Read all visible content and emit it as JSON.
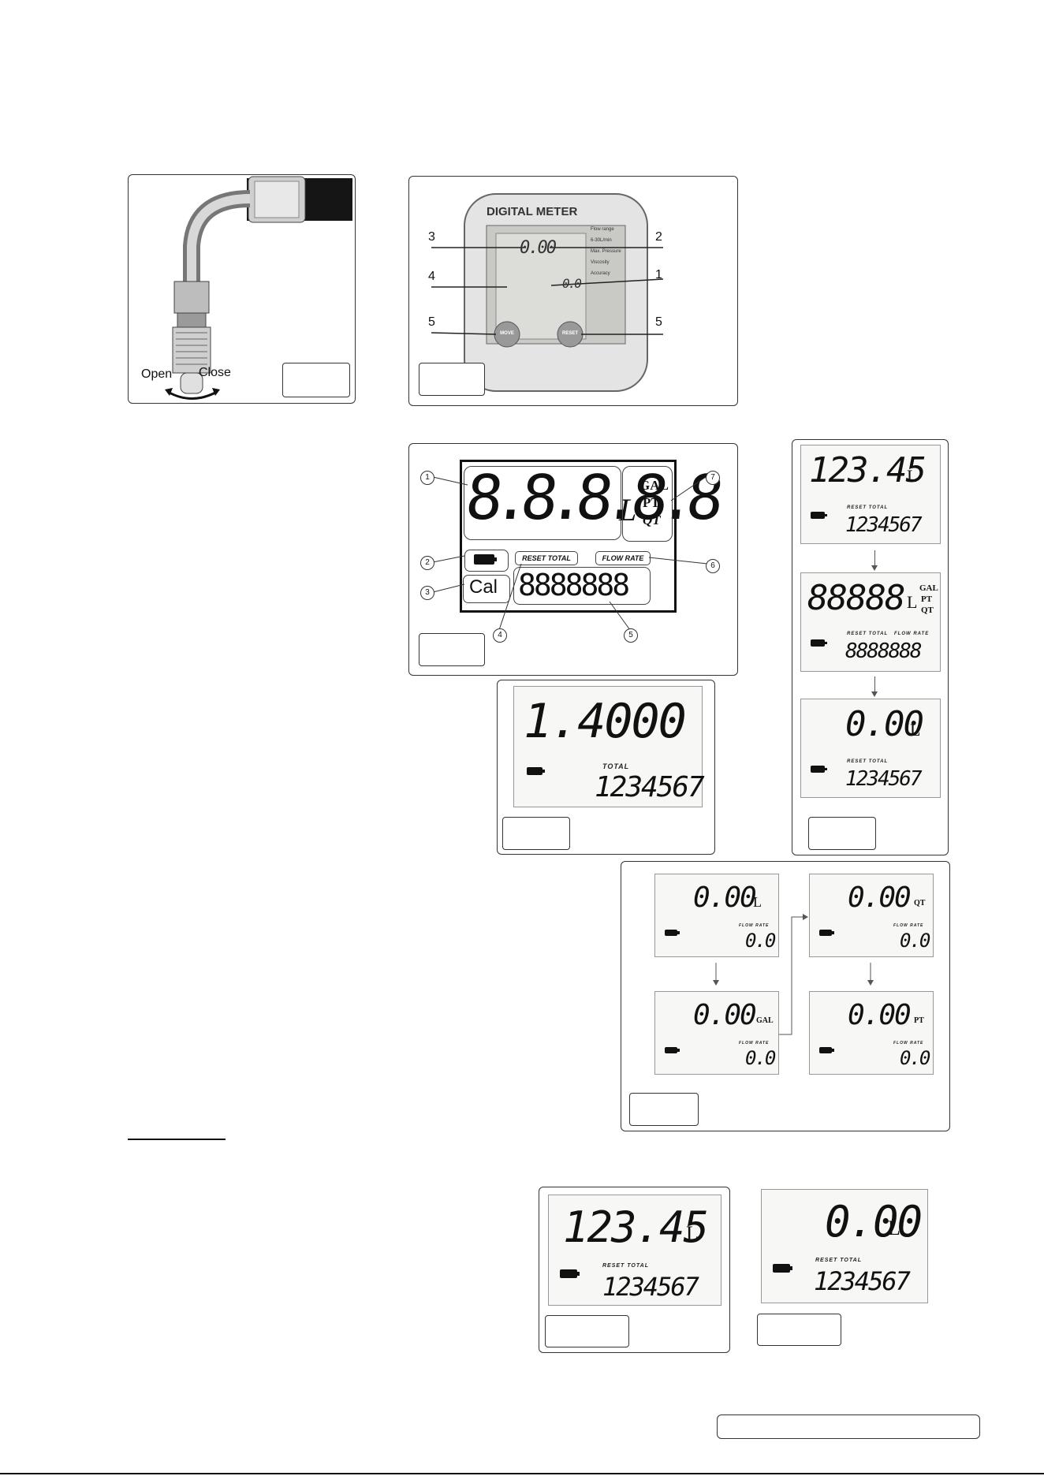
{
  "fig_valve": {
    "open_label": "Open",
    "close_label": "Close"
  },
  "fig_meter": {
    "brand": "DIGITAL METER",
    "callouts": [
      "3",
      "2",
      "4",
      "1",
      "5",
      "5"
    ],
    "screen_value": "0.00",
    "screen_rate": "0.0",
    "spec_lines": [
      "Flow range",
      "6-30L/min",
      "Max. Pressure",
      "Viscosity",
      "Accuracy"
    ],
    "button_left": "MOVE",
    "button_right": "RESET"
  },
  "fig_lcd": {
    "main_digits": "8.8.8.8.8",
    "unit_l": "L",
    "units": [
      "GAL",
      "PT",
      "QT"
    ],
    "cal_label": "Cal",
    "reset_total": "RESET TOTAL",
    "flow_rate": "FLOW RATE",
    "lower_digits": "8888888",
    "callouts": [
      "1",
      "2",
      "3",
      "4",
      "5",
      "6",
      "7"
    ]
  },
  "fig_total": {
    "main": "1.4000",
    "label": "TOTAL",
    "lower": "1234567"
  },
  "fig_sequence": [
    {
      "main": "123.45",
      "unit": "L",
      "label": "RESET TOTAL",
      "lower": "1234567"
    },
    {
      "main": "88888",
      "unit": "L",
      "units": [
        "GAL",
        "PT",
        "QT"
      ],
      "label": "RESET TOTAL",
      "label2": "FLOW RATE",
      "lower": "8888888"
    },
    {
      "main": "0.00",
      "unit": "L",
      "label": "RESET TOTAL",
      "lower": "1234567"
    }
  ],
  "fig_units": [
    {
      "main": "0.00",
      "unit": "L",
      "label": "FLOW RATE",
      "lower": "0.0"
    },
    {
      "main": "0.00",
      "unit": "QT",
      "label": "FLOW RATE",
      "lower": "0.0"
    },
    {
      "main": "0.00",
      "unit": "GAL",
      "label": "FLOW RATE",
      "lower": "0.0"
    },
    {
      "main": "0.00",
      "unit": "PT",
      "label": "FLOW RATE",
      "lower": "0.0"
    }
  ],
  "fig_reset_a": {
    "main": "123.45",
    "unit": "L",
    "label": "RESET TOTAL",
    "lower": "1234567"
  },
  "fig_reset_b": {
    "main": "0.00",
    "unit": "L",
    "label": "RESET TOTAL",
    "lower": "1234567"
  }
}
